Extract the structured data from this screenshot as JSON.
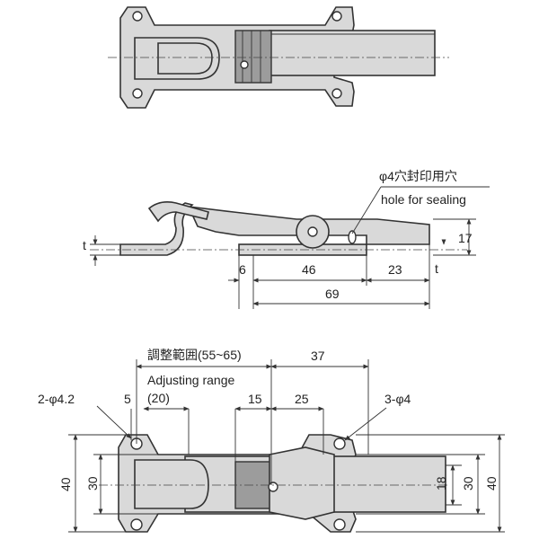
{
  "top_view": {
    "title": ""
  },
  "side_view": {
    "sealing_label_jp": "φ4穴封印用穴",
    "sealing_label_en": "hole for sealing",
    "dim_t_left": "t",
    "dim_t_right": "t",
    "dim_height": "17",
    "dim_6": "6",
    "dim_46": "46",
    "dim_23": "23",
    "dim_69": "69"
  },
  "bottom_view": {
    "adjusting_label_jp": "調整範囲(55~65)",
    "adjusting_label_en": "Adjusting range",
    "adjusting_value": "(20)",
    "dim_37": "37",
    "hole_left": "2-φ4.2",
    "hole_right": "3-φ4",
    "dim_5": "5",
    "dim_15": "15",
    "dim_25": "25",
    "dim_40_left": "40",
    "dim_30_left": "30",
    "dim_18": "18",
    "dim_30_right": "30",
    "dim_40_right": "40"
  }
}
